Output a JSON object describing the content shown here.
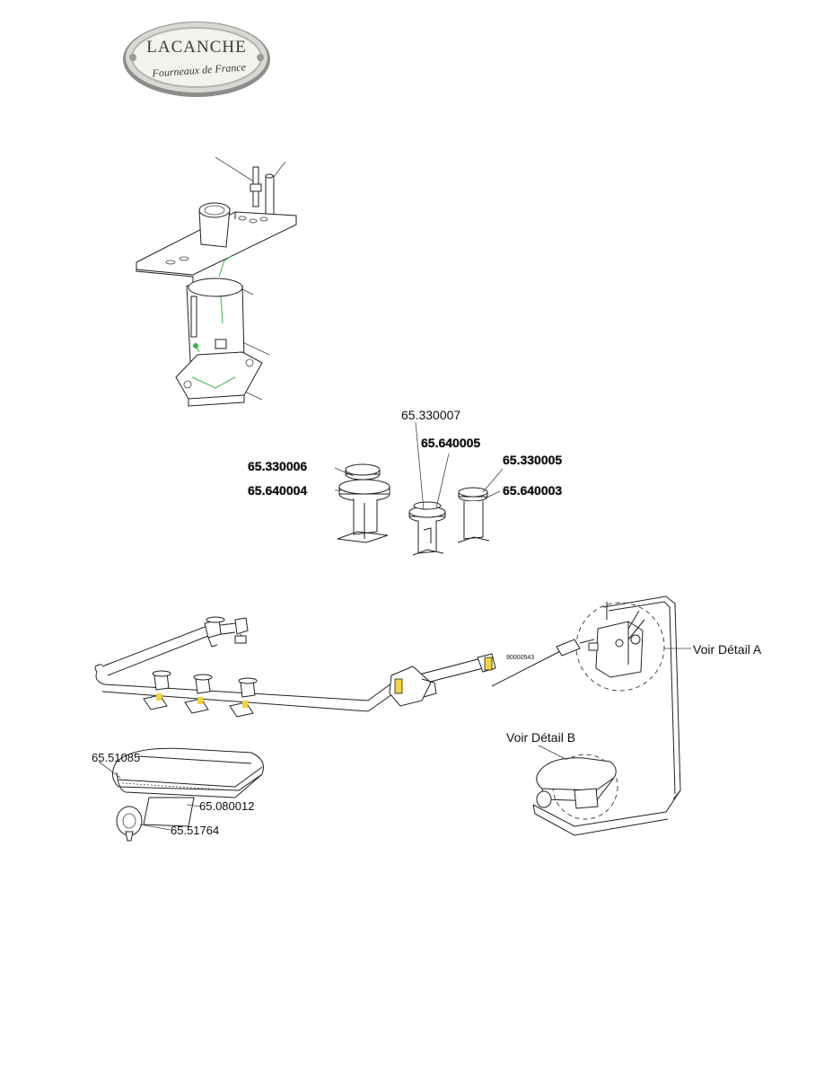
{
  "logo": {
    "brand": "LACANCHE",
    "tagline": "Fourneaux de France"
  },
  "burner_caps": {
    "labels": [
      "65.330007",
      "65.640005",
      "65.330006",
      "65.330005",
      "65.640004",
      "65.640003"
    ]
  },
  "gas_manifold": {
    "part_no": "90000543",
    "detail_a": "Voir Détail A",
    "detail_b": "Voir Détail B"
  },
  "oven_burner": {
    "labels": [
      "65.51085",
      "65.080012",
      "65.51764"
    ]
  },
  "colors": {
    "highlight": "#3bb54a",
    "accent_yellow": "#f2d33a",
    "line": "#222222"
  }
}
